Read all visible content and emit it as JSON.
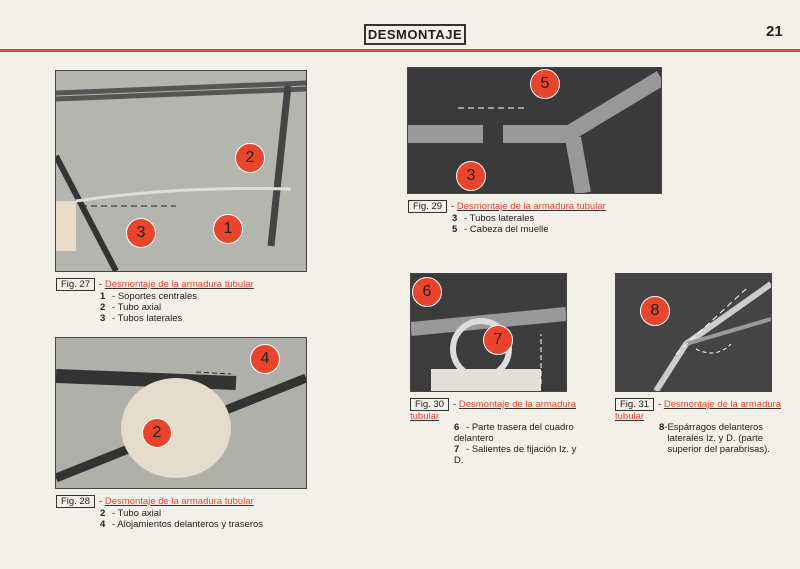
{
  "header": {
    "title": "DESMONTAJE",
    "page": "21"
  },
  "figures": [
    {
      "fig": "Fig. 27",
      "title": "Desmontaje de la armadura tubular",
      "items": [
        {
          "n": "1",
          "t": "Soportes centrales"
        },
        {
          "n": "2",
          "t": "Tubo axial"
        },
        {
          "n": "3",
          "t": "Tubos laterales"
        }
      ],
      "callouts": [
        "1",
        "2",
        "3"
      ]
    },
    {
      "fig": "Fig. 28",
      "title": "Desmontaje de la armadura tubular",
      "items": [
        {
          "n": "2",
          "t": "Tubo axial"
        },
        {
          "n": "4",
          "t": "Alojamientos delanteros y traseros"
        }
      ],
      "callouts": [
        "4",
        "2"
      ]
    },
    {
      "fig": "Fig. 29",
      "title": "Desmontaje de la armadura tubular",
      "items": [
        {
          "n": "3",
          "t": "Tubos laterales"
        },
        {
          "n": "5",
          "t": "Cabeza del muelle"
        }
      ],
      "callouts": [
        "5",
        "3"
      ]
    },
    {
      "fig": "Fig. 30",
      "title": "Desmontaje de la armadura tubular",
      "items": [
        {
          "n": "6",
          "t": "Parte trasera del cuadro delantero"
        },
        {
          "n": "7",
          "t": "Salientes de fijación Iz. y D."
        }
      ],
      "callouts": [
        "6",
        "7"
      ]
    },
    {
      "fig": "Fig. 31",
      "title": "Desmontaje de la armadura tubular",
      "items": [
        {
          "n": "8",
          "t": "Espárragos delanteros laterales Iz. y D. (parte superior del parabrisas)."
        }
      ],
      "callouts": [
        "8"
      ]
    }
  ]
}
